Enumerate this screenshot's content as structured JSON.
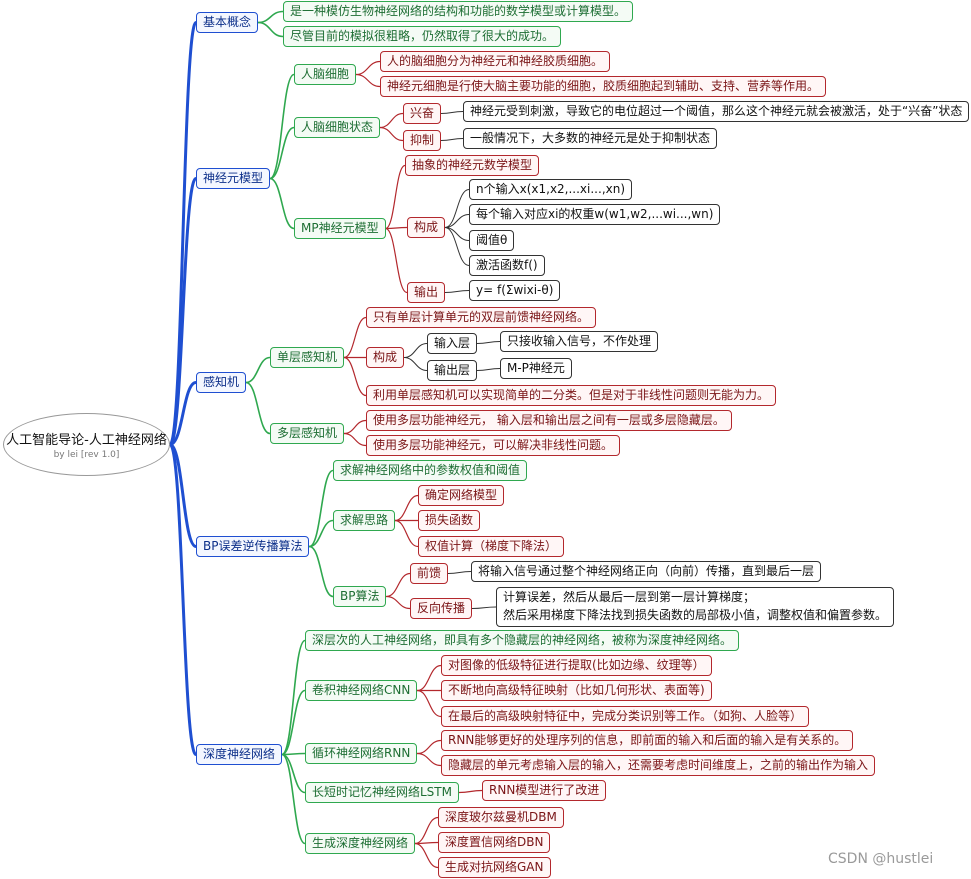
{
  "center": {
    "title": "人工智能导论-人工神经网络",
    "subtitle": "by lei [rev 1.0]"
  },
  "watermark": "CSDN @hustlei",
  "colors": {
    "level1": "#1f4fd1",
    "level2": "#2fa84f",
    "level3": "#b3282d",
    "level4": "#333333"
  },
  "branches": {
    "basic": {
      "label": "基本概念",
      "items": [
        "是一种模仿生物神经网络的结构和功能的数学模型或计算模型。",
        "尽管目前的模拟很粗略，仍然取得了很大的成功。"
      ]
    },
    "neuron_model": {
      "label": "神经元模型",
      "brain_cells": {
        "label": "人脑细胞",
        "items": [
          "人的脑细胞分为神经元和神经胶质细胞。",
          "神经元细胞是行使大脑主要功能的细胞，胶质细胞起到辅助、支持、营养等作用。"
        ]
      },
      "cell_states": {
        "label": "人脑细胞状态",
        "excite": {
          "label": "兴奋",
          "text": "神经元受到刺激，导致它的电位超过一个阈值，那么这个神经元就会被激活，处于“兴奋”状态"
        },
        "inhibit": {
          "label": "抑制",
          "text": "一般情况下，大多数的神经元是处于抑制状态"
        }
      },
      "mp_model": {
        "label": "MP神经元模型",
        "abstract": "抽象的神经元数学模型",
        "composition": {
          "label": "构成",
          "items": [
            "n个输入x(x1,x2,...xi...,xn)",
            "每个输入对应xi的权重w(w1,w2,...wi...,wn)",
            "阈值θ",
            "激活函数f()"
          ]
        },
        "output": {
          "label": "输出",
          "formula": "y= f(Σwixi-θ)"
        }
      }
    },
    "perceptron": {
      "label": "感知机",
      "single": {
        "label": "单层感知机",
        "desc": "只有单层计算单元的双层前馈神经网络。",
        "composition": {
          "label": "构成",
          "input_layer": {
            "label": "输入层",
            "text": "只接收输入信号，不作处理"
          },
          "output_layer": {
            "label": "输出层",
            "text": "M-P神经元"
          }
        },
        "limit": "利用单层感知机可以实现简单的二分类。但是对于非线性问题则无能为力。"
      },
      "multi": {
        "label": "多层感知机",
        "items": [
          "使用多层功能神经元， 输入层和输出层之间有一层或多层隐藏层。",
          "使用多层功能神经元，可以解决非线性问题。"
        ]
      }
    },
    "bp": {
      "label": "BP误差逆传播算法",
      "goal": "求解神经网络中的参数权值和阈值",
      "approach": {
        "label": "求解思路",
        "items": [
          "确定网络模型",
          "损失函数",
          "权值计算（梯度下降法）"
        ]
      },
      "algorithm": {
        "label": "BP算法",
        "forward": {
          "label": "前馈",
          "text": "将输入信号通过整个神经网络正向（向前）传播，直到最后一层"
        },
        "backward": {
          "label": "反向传播",
          "line1": "计算误差，然后从最后一层到第一层计算梯度；",
          "line2": "然后采用梯度下降法找到损失函数的局部极小值，调整权值和偏置参数。"
        }
      }
    },
    "deep": {
      "label": "深度神经网络",
      "desc": "深层次的人工神经网络，即具有多个隐藏层的神经网络，被称为深度神经网络。",
      "cnn": {
        "label": "卷积神经网络CNN",
        "items": [
          "对图像的低级特征进行提取(比如边缘、纹理等）",
          "不断地向高级特征映射（比如几何形状、表面等)",
          "在最后的高级映射特征中，完成分类识别等工作。（如狗、人脸等）"
        ]
      },
      "rnn": {
        "label": "循环神经网络RNN",
        "items": [
          "RNN能够更好的处理序列的信息，即前面的输入和后面的输入是有关系的。",
          "隐藏层的单元考虑输入层的输入，还需要考虑时间维度上，之前的输出作为输入"
        ]
      },
      "lstm": {
        "label": "长短时记忆神经网络LSTM",
        "text": "RNN模型进行了改进"
      },
      "generative": {
        "label": "生成深度神经网络",
        "items": [
          "深度玻尔兹曼机DBM",
          "深度置信网络DBN",
          "生成对抗网络GAN"
        ]
      }
    }
  }
}
